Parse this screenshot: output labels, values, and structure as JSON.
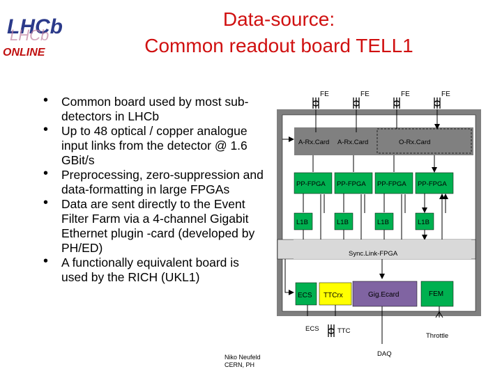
{
  "logo": {
    "word": "LHCb",
    "sub": "ONLINE"
  },
  "title": {
    "line1": "Data-source:",
    "line2": "Common readout board TELL1"
  },
  "bullets": [
    "Common board used by most sub-detectors in LHCb",
    "Up to 48 optical / copper analogue input links from the detector @ 1.6 GBit/s",
    "Preprocessing, zero-suppression and data-formatting in large FPGAs",
    "Data are sent directly to the Event Filter Farm  via a 4-channel Gigabit Ethernet plugin -card (developed by PH/ED)",
    "A functionally equivalent board is used by the RICH (UKL1)"
  ],
  "footer": {
    "name": "Niko Neufeld",
    "org": "CERN, PH"
  },
  "diagram": {
    "fe_labels": [
      "FE",
      "FE",
      "FE",
      "FE"
    ],
    "rx_cards": [
      "A-Rx.Card",
      "A-Rx.Card",
      "O-Rx.Card"
    ],
    "pp_fpga": [
      "PP-FPGA",
      "PP-FPGA",
      "PP-FPGA",
      "PP-FPGA"
    ],
    "l1b": [
      "L1B",
      "L1B",
      "L1B",
      "L1B"
    ],
    "sync": "Sync.Link-FPGA",
    "ecs_box": "ECS",
    "ttcrx": "TTCrx",
    "gig": "Gig.Ecard",
    "fem": "FEM",
    "ecs_out": "ECS",
    "ttc_out": "TTC",
    "throttle": "Throttle",
    "daq": "DAQ",
    "colors": {
      "border": "#7f7f7f",
      "panel": "#808080",
      "green": "#00b050",
      "purple": "#8064a2",
      "yellow": "#ffff00",
      "red": "#d01010"
    }
  }
}
